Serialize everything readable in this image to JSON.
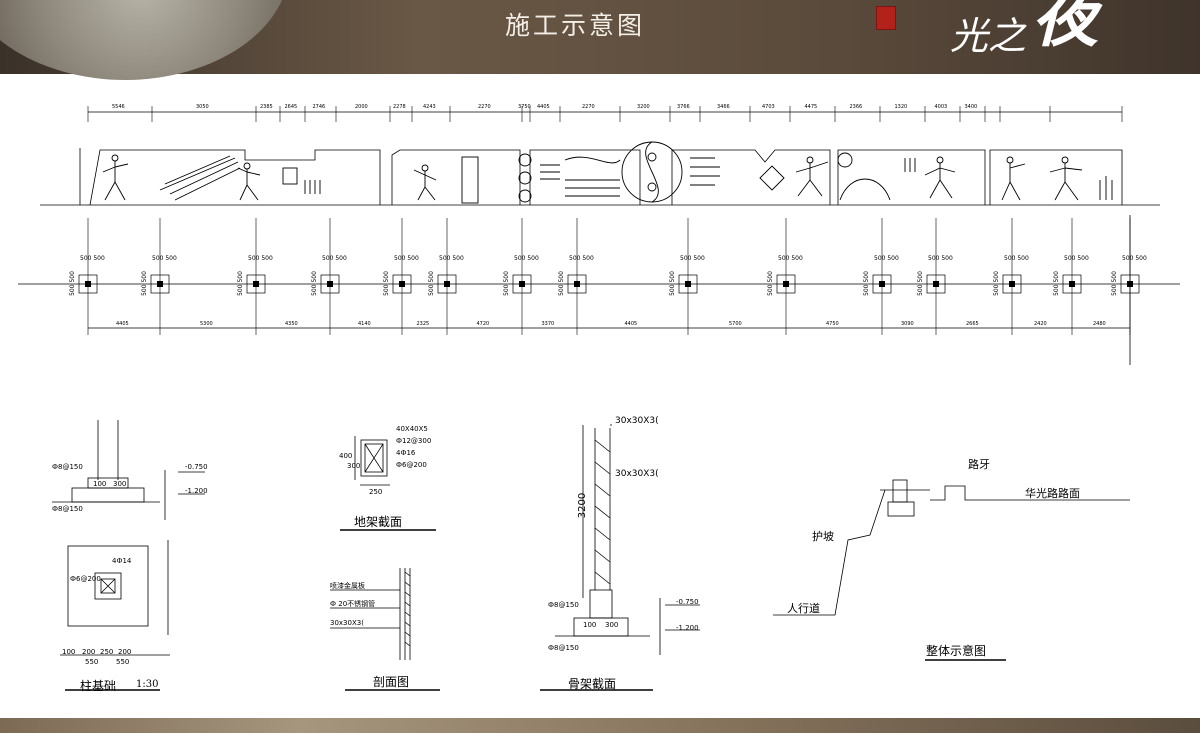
{
  "header": {
    "title": "施工示意图",
    "brand_text_1": "光之",
    "brand_text_2": "夜"
  },
  "elevation": {
    "bay_dims": [
      "5546",
      "3050",
      "2385",
      "2645",
      "2746",
      "2000",
      "2278",
      "4243",
      "2270",
      "3750",
      "4405",
      "2270",
      "3200",
      "3766",
      "3466",
      "4703",
      "4475",
      "2366",
      "1320",
      "4003",
      "3400"
    ],
    "footing_dims": [
      "4405",
      "5300",
      "4350",
      "4140",
      "2325",
      "4720",
      "3370",
      "4405",
      "5700",
      "4750",
      "3090",
      "2665",
      "2420",
      "2480"
    ],
    "footing_label": "500 500",
    "footing_label_v": "500 500"
  },
  "column_footing": {
    "title": "柱基础",
    "scale": "1:30",
    "rebar_1": "Ф8@150",
    "rebar_2": "Ф8@150",
    "level_1": "-0.750",
    "level_2": "-1.200",
    "dim_100": "100",
    "dim_300": "300",
    "dim_200": "200",
    "dim_250": "250",
    "dim_550": "550",
    "rebar_plan_1": "4Ф14",
    "rebar_plan_2": "Ф6@200"
  },
  "ground_frame": {
    "title": "地架截面",
    "steel": "40X40X5",
    "rebar_a": "Ф12@300",
    "rebar_b": "4Ф16",
    "rebar_c": "Ф6@200",
    "dim_400": "400",
    "dim_300": "300",
    "dim_250": "250"
  },
  "section": {
    "title": "剖面图",
    "note_1": "Ф 20不锈钢管",
    "note_2": "30x30X3(",
    "note_top": "喷漆金属板"
  },
  "skeleton": {
    "title": "骨架截面",
    "label_top": "30x30X3(",
    "label_mid": "30x30X3(",
    "height": "3200",
    "rebar_1": "Ф8@150",
    "rebar_2": "Ф8@150",
    "level_1": "-0.750",
    "level_2": "-1.200",
    "dim_100": "100",
    "dim_300": "300"
  },
  "overall": {
    "title": "整体示意图",
    "curb": "路牙",
    "road": "华光路路面",
    "slope": "护坡",
    "sidewalk": "人行道"
  }
}
